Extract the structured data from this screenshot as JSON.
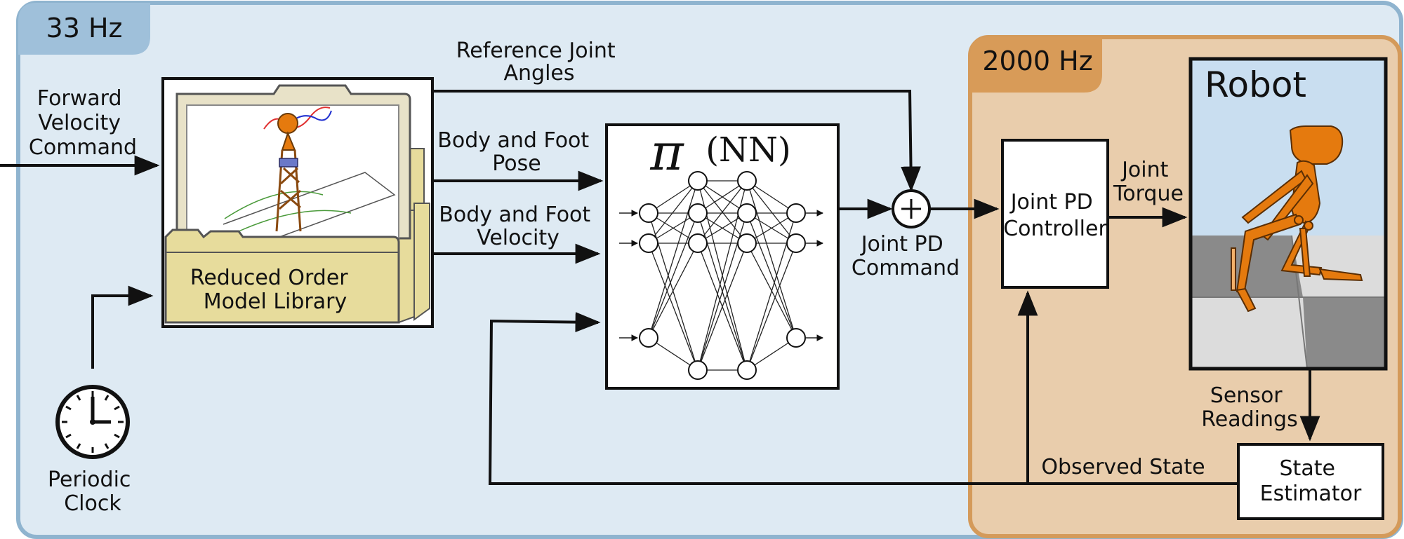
{
  "regions": {
    "slow_rate": "33 Hz",
    "fast_rate": "2000 Hz"
  },
  "inputs": {
    "forward_velocity": [
      "Forward",
      "Velocity",
      "Command"
    ],
    "periodic_clock": [
      "Periodic",
      "Clock"
    ]
  },
  "library": {
    "label": [
      "Reduced Order",
      "Model Library"
    ]
  },
  "signals": {
    "reference_joint_angles": [
      "Reference Joint",
      "Angles"
    ],
    "body_foot_pose": [
      "Body and Foot",
      "Pose"
    ],
    "body_foot_velocity": [
      "Body and Foot",
      "Velocity"
    ],
    "joint_pd_command": [
      "Joint PD",
      "Command"
    ],
    "joint_torque": [
      "Joint",
      "Torque"
    ],
    "sensor_readings": [
      "Sensor",
      "Readings"
    ],
    "observed_state": "Observed State"
  },
  "policy": {
    "symbol": "π",
    "label": "(NN)"
  },
  "blocks": {
    "pd_controller": [
      "Joint PD",
      "Controller"
    ],
    "robot": "Robot",
    "state_estimator": [
      "State",
      "Estimator"
    ]
  },
  "colors": {
    "slow_bg": "#deeaf3",
    "slow_border": "#8fb4cf",
    "slow_tab": "#9fc0da",
    "fast_bg": "#e9cdac",
    "fast_border": "#d49a5a",
    "fast_tab": "#d89b58",
    "folder": "#e7dc9c",
    "robot_orange": "#e57a0e",
    "sky": "#c9def0"
  }
}
